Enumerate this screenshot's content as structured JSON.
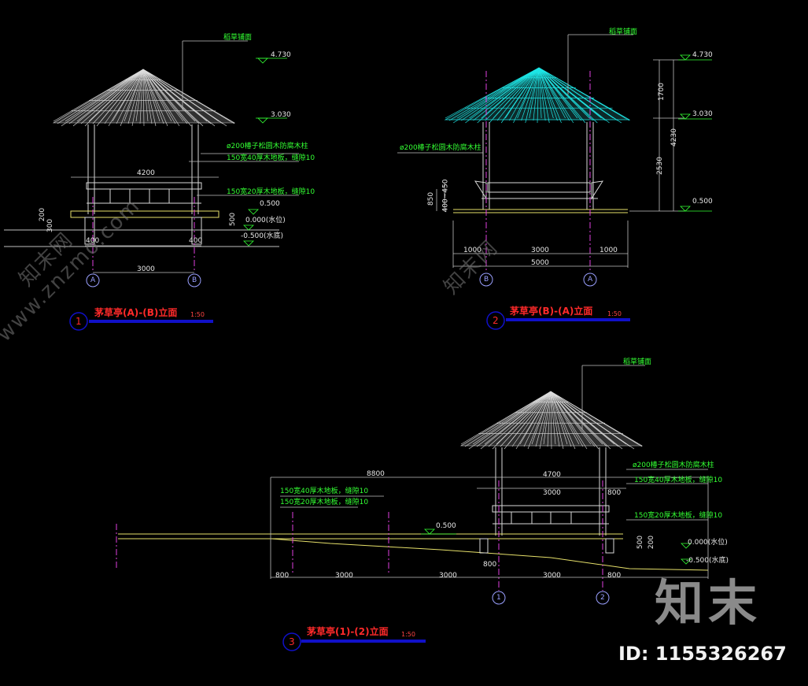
{
  "views": [
    {
      "number": "1",
      "title": "茅草亭(A)-(B)立面",
      "scale": "1:50",
      "notes": {
        "roof": "稻草铺面",
        "column": "ø200椿子松圆木防腐木柱",
        "floor_top": "150宽40厚木地板，缝隙10",
        "floor_bottom": "150宽20厚木地板，缝隙10"
      },
      "elevations": [
        "4.730",
        "3.030",
        "0.500",
        "0.000(水位)",
        "-0.500(水底)"
      ],
      "dimensions": {
        "total": "3000",
        "deck": "4200",
        "pier_a": "400",
        "pier_b": "400",
        "side_a": "200",
        "side_b": "300",
        "side_c": "500"
      },
      "axes": [
        "A",
        "B"
      ]
    },
    {
      "number": "2",
      "title": "茅草亭(B)-(A)立面",
      "scale": "1:50",
      "notes": {
        "roof": "稻草铺面",
        "column": "ø200椿子松圆木防腐木柱"
      },
      "elevations": [
        "4.730",
        "3.030",
        "0.500"
      ],
      "dimensions": {
        "left": "1000",
        "middle": "3000",
        "right": "1000",
        "total": "5000",
        "h_top": "1700",
        "h_mid": "2530",
        "h_total": "4230",
        "seat_a": "850",
        "seat_b": "400~450"
      },
      "axes": [
        "B",
        "A"
      ]
    },
    {
      "number": "3",
      "title": "茅草亭(1)-(2)立面",
      "scale": "1:50",
      "notes": {
        "roof": "稻草铺面",
        "column": "ø200椿子松圆木防腐木柱",
        "floor_top_right": "150宽40厚木地板，缝隙10",
        "floor_top_left": "150宽40厚木地板，缝隙10",
        "floor_bottom_left": "150宽20厚木地板，缝隙10",
        "floor_bottom_right": "150宽20厚木地板，缝隙10"
      },
      "elevations": [
        "0.500",
        "0.000(水位)",
        "-0.500(水底)"
      ],
      "dimensions": {
        "total": "8800",
        "deck": "4700",
        "inner": "3000",
        "post": "800",
        "left": "800",
        "span_a": "3000",
        "span_b": "3000",
        "span_c": "3000",
        "right": "800",
        "post_b": "800",
        "h_a": "500",
        "h_b": "200"
      },
      "axes": [
        "1",
        "2"
      ]
    }
  ],
  "watermarks": {
    "site": "www.znzmo.com",
    "brand_cn": "知末网",
    "logo": "知末",
    "id_label": "ID: 1155326267"
  },
  "colors": {
    "background": "#000000",
    "text_green": "#33ff33",
    "title_red": "#ff2a2a",
    "title_bar": "#1010c8",
    "roof_white": "#dcdcdc",
    "roof_cyan": "#1ee6e6",
    "structure_yellow": "#e6e06a",
    "column_magenta": "#e040e0"
  }
}
